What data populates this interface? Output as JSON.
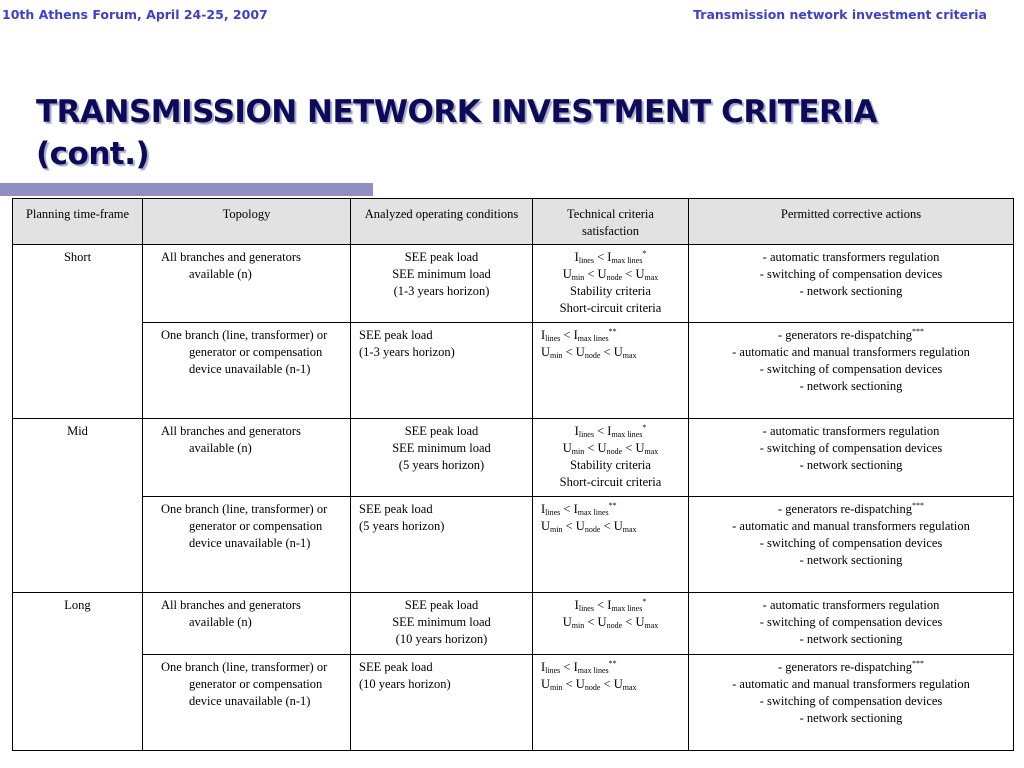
{
  "header": {
    "left": "10th Athens Forum, April 24-25, 2007",
    "right": "Transmission network investment criteria"
  },
  "title": {
    "line1": "TRANSMISSION NETWORK INVESTMENT CRITERIA",
    "line2": "(cont.)"
  },
  "table": {
    "headers": [
      "Planning time-frame",
      "Topology",
      "Analyzed operating conditions",
      "Technical criteria satisfaction",
      "Permitted corrective actions"
    ],
    "topology": {
      "all": "All branches and generators available (n)",
      "one": "One branch (line, transformer) or generator or compensation device unavailable (n-1)"
    },
    "formula": {
      "I": "I",
      "U": "U",
      "lines": "lines",
      "max_lines": "max lines",
      "min": "min",
      "node": "node",
      "max": "max",
      "lt": " < ",
      "star1": "*",
      "star2": "**",
      "star3": "***",
      "stability": "Stability criteria",
      "short_circuit": "Short-circuit criteria"
    },
    "actions": {
      "auto_reg": "- automatic transformers regulation",
      "switching": "- switching of compensation devices",
      "sectioning": "- network sectioning",
      "redispatch": "- generators re-dispatching",
      "auto_manual": "- automatic and manual transformers regulation"
    },
    "rows": {
      "short": {
        "frame": "Short",
        "n_conditions": [
          "SEE peak load",
          "SEE minimum load",
          "(1-3 years horizon)"
        ],
        "n1_conditions": [
          "SEE peak load",
          "(1-3 years horizon)"
        ]
      },
      "mid": {
        "frame": "Mid",
        "n_conditions": [
          "SEE peak load",
          "SEE minimum load",
          "(5 years horizon)"
        ],
        "n1_conditions": [
          "SEE peak load",
          "(5 years horizon)"
        ]
      },
      "long": {
        "frame": "Long",
        "n_conditions": [
          "SEE peak load",
          "SEE minimum load",
          "(10 years horizon)"
        ],
        "n1_conditions": [
          "SEE peak load",
          "(10 years horizon)"
        ]
      }
    }
  }
}
